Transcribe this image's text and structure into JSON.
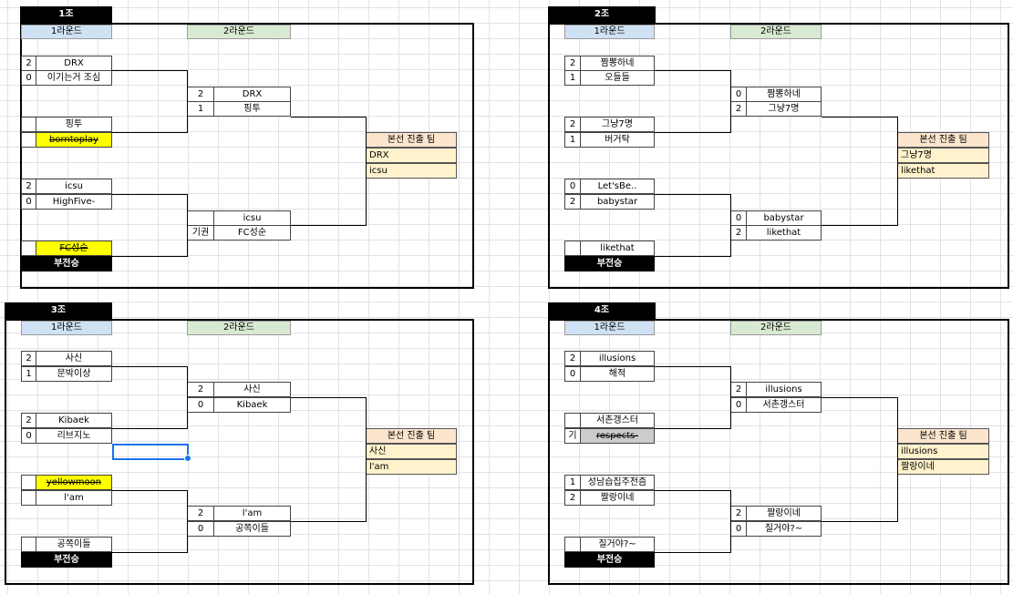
{
  "headers": {
    "round1": "1라운드",
    "round2": "2라운드",
    "advance": "본선 진출 팀",
    "bye": "부전승"
  },
  "groups": {
    "g1": {
      "title": "1조",
      "r1": [
        {
          "s1": "2",
          "t1": "DRX",
          "s2": "0",
          "t2": "이기는거 조심"
        },
        {
          "s1": "",
          "t1": "핑투",
          "s2": "",
          "t2": "borntoplay"
        },
        {
          "s1": "2",
          "t1": "icsu",
          "s2": "0",
          "t2": "HighFive-"
        },
        {
          "s1": "",
          "t1": "FC성순",
          "s2": "",
          "t2": ""
        }
      ],
      "r2": [
        {
          "s1": "2",
          "t1": "DRX",
          "s2": "1",
          "t2": "핑투"
        },
        {
          "s1": "",
          "t1": "icsu",
          "s2": "기권",
          "t2": "FC성순"
        }
      ],
      "adv": [
        "DRX",
        "icsu"
      ]
    },
    "g2": {
      "title": "2조",
      "r1": [
        {
          "s1": "2",
          "t1": "짬뽕하네",
          "s2": "1",
          "t2": "오들들"
        },
        {
          "s1": "2",
          "t1": "그냥7명",
          "s2": "1",
          "t2": "버거탁"
        },
        {
          "s1": "0",
          "t1": "Let'sBe..",
          "s2": "2",
          "t2": "babystar"
        },
        {
          "s1": "",
          "t1": "likethat",
          "s2": "",
          "t2": ""
        }
      ],
      "r2": [
        {
          "s1": "0",
          "t1": "짬뽕하네",
          "s2": "2",
          "t2": "그냥7명"
        },
        {
          "s1": "0",
          "t1": "babystar",
          "s2": "2",
          "t2": "likethat"
        }
      ],
      "adv": [
        "그냥7명",
        "likethat"
      ]
    },
    "g3": {
      "title": "3조",
      "r1": [
        {
          "s1": "2",
          "t1": "사신",
          "s2": "1",
          "t2": "문박이상"
        },
        {
          "s1": "2",
          "t1": "Kibaek",
          "s2": "0",
          "t2": "리브지노"
        },
        {
          "s1": "",
          "t1": "yellowmoon",
          "s2": "",
          "t2": "l'am"
        },
        {
          "s1": "",
          "t1": "공쪽이들",
          "s2": "",
          "t2": ""
        }
      ],
      "r2": [
        {
          "s1": "2",
          "t1": "사신",
          "s2": "0",
          "t2": "Kibaek"
        },
        {
          "s1": "2",
          "t1": "l'am",
          "s2": "0",
          "t2": "공쪽이들"
        }
      ],
      "adv": [
        "사신",
        "l'am"
      ]
    },
    "g4": {
      "title": "4조",
      "r1": [
        {
          "s1": "2",
          "t1": "illusions",
          "s2": "0",
          "t2": "해적"
        },
        {
          "s1": "",
          "t1": "서촌갱스터",
          "s2": "기",
          "t2": "respects-"
        },
        {
          "s1": "1",
          "t1": "성남습집주전즘",
          "s2": "2",
          "t2": "짤랑이네"
        },
        {
          "s1": "",
          "t1": "질거야?~",
          "s2": "",
          "t2": ""
        }
      ],
      "r2": [
        {
          "s1": "2",
          "t1": "illusions",
          "s2": "0",
          "t2": "서촌갱스터"
        },
        {
          "s1": "2",
          "t1": "짤랑이네",
          "s2": "0",
          "t2": "질거야?~"
        }
      ],
      "adv": [
        "illusions",
        "짤랑이네"
      ]
    }
  },
  "colors": {
    "round1_header": "#cfe2f3",
    "round2_header": "#d9ead3",
    "advance_header": "#fce5cd",
    "advance_cell": "#fff2cc",
    "highlight": "#ffff00",
    "selection": "#1a73e8"
  }
}
